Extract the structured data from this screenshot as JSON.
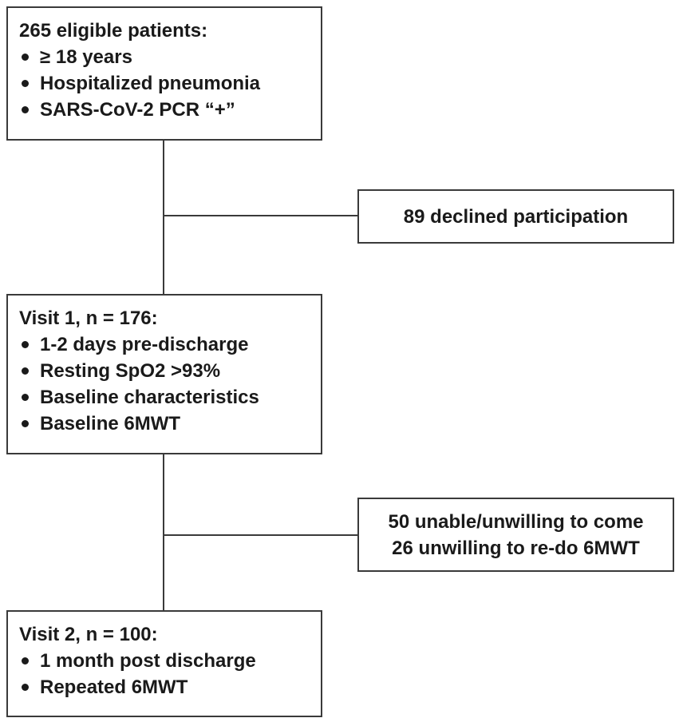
{
  "boxes": {
    "eligible": {
      "title": "265 eligible patients:",
      "items": [
        "≥ 18 years",
        "Hospitalized pneumonia",
        "SARS-CoV-2 PCR “+”"
      ]
    },
    "visit1": {
      "title": "Visit 1, n = 176:",
      "items": [
        "1-2 days pre-discharge",
        "Resting SpO2 >93%",
        "Baseline characteristics",
        "Baseline 6MWT"
      ]
    },
    "visit2": {
      "title": "Visit 2, n = 100:",
      "items": [
        "1 month post discharge",
        "Repeated 6MWT"
      ]
    }
  },
  "exclusions": {
    "first": [
      "89 declined participation"
    ],
    "second": [
      "50 unable/unwilling to come",
      "26 unwilling to re-do 6MWT"
    ]
  },
  "colors": {
    "line": "#3a3a3a",
    "text": "#1a1a1a",
    "background": "#ffffff"
  }
}
